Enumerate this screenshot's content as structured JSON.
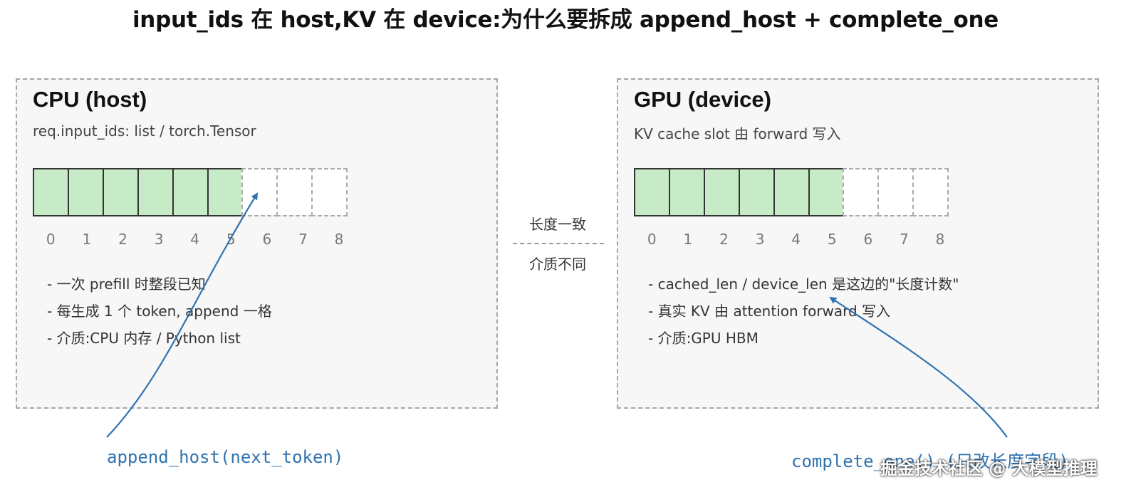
{
  "title": "input_ids 在 host,KV 在 device:为什么要拆成 append_host + complete_one",
  "cpu": {
    "title": "CPU (host)",
    "subtitle": "req.input_ids: list / torch.Tensor",
    "filled_count": 6,
    "total_count": 9,
    "indices": [
      "0",
      "1",
      "2",
      "3",
      "4",
      "5",
      "6",
      "7",
      "8"
    ],
    "notes": [
      "- 一次 prefill 时整段已知",
      "- 每生成 1 个 token, append 一格",
      "- 介质:CPU 内存 / Python list"
    ],
    "caption": "append_host(next_token)"
  },
  "gpu": {
    "title": "GPU (device)",
    "subtitle": "KV cache slot 由 forward 写入",
    "filled_count": 6,
    "total_count": 9,
    "indices": [
      "0",
      "1",
      "2",
      "3",
      "4",
      "5",
      "6",
      "7",
      "8"
    ],
    "notes": [
      "- cached_len / device_len 是这边的\"长度计数\"",
      "- 真实 KV 由 attention forward 写入",
      "- 介质:GPU HBM"
    ],
    "caption": "complete_one() (只改长度字段)"
  },
  "middle": {
    "top_label": "长度一致",
    "bottom_label": "介质不同"
  },
  "watermark": "掘金技术社区 @ 大模型推理",
  "colors": {
    "filled_cell": "#c6ebc6",
    "arrow": "#2f72b0",
    "panel_bg": "#f7f7f7"
  }
}
